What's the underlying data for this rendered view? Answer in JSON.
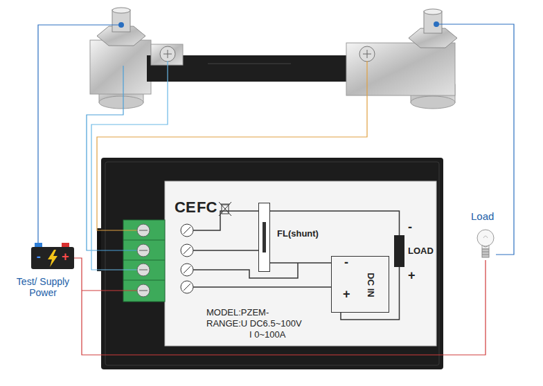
{
  "diagram": {
    "nodes": [
      {
        "text": [
          "MODEL:PZEM-",
          "RANGE:U DC6.5~100V",
          "I 0~100A"
        ]
      },
      {
        "text": [
          "FL(shunt)"
        ],
        "in": 0
      },
      {
        "text": [
          "-",
          "DC IN",
          "+"
        ],
        "in": 0
      },
      {
        "text": [
          "-",
          "LOAD",
          "+"
        ],
        "in": 0
      },
      {
        "text": [
          "-",
          "+",
          "Test/ Supply Power"
        ]
      },
      {
        "text": [
          "Load"
        ]
      }
    ],
    "edges": [
      {
        "from": 1,
        "to": 3,
        "arrow": "none"
      },
      {
        "from": 3,
        "to": 2,
        "arrow": "none"
      },
      {
        "from": 2,
        "to": 1,
        "arrow": "none"
      },
      {
        "from": 4,
        "to": 5,
        "arrow": "none"
      }
    ],
    "labels": [
      "CE",
      "FC"
    ]
  }
}
